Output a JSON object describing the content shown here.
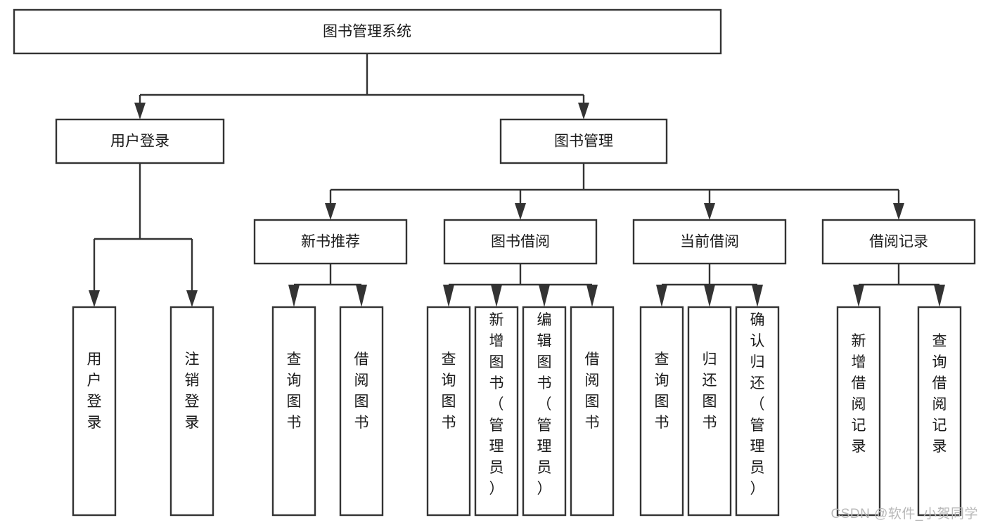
{
  "diagram": {
    "type": "tree-hierarchy",
    "background_color": "#ffffff",
    "line_color": "#333333",
    "text_color": "#1a1a1a",
    "root": {
      "id": "root",
      "label": "图书管理系统",
      "orientation": "horizontal"
    },
    "level2": [
      {
        "id": "user-login",
        "label": "用户登录",
        "orientation": "horizontal"
      },
      {
        "id": "book-manage",
        "label": "图书管理",
        "orientation": "horizontal"
      }
    ],
    "level3": [
      {
        "id": "new-book-rec",
        "label": "新书推荐",
        "orientation": "horizontal",
        "parent": "book-manage"
      },
      {
        "id": "book-borrow",
        "label": "图书借阅",
        "orientation": "horizontal",
        "parent": "book-manage"
      },
      {
        "id": "current-borrow",
        "label": "当前借阅",
        "orientation": "horizontal",
        "parent": "book-manage"
      },
      {
        "id": "borrow-record",
        "label": "借阅记录",
        "orientation": "horizontal",
        "parent": "book-manage"
      }
    ],
    "leaves": [
      {
        "id": "leaf-user-login",
        "label": "用户登录",
        "orientation": "vertical",
        "parent": "user-login"
      },
      {
        "id": "leaf-logout",
        "label": "注销登录",
        "orientation": "vertical",
        "parent": "user-login"
      },
      {
        "id": "leaf-query-book-1",
        "label": "查询图书",
        "orientation": "vertical",
        "parent": "new-book-rec"
      },
      {
        "id": "leaf-borrow-book-1",
        "label": "借阅图书",
        "orientation": "vertical",
        "parent": "new-book-rec"
      },
      {
        "id": "leaf-query-book-2",
        "label": "查询图书",
        "orientation": "vertical",
        "parent": "book-borrow"
      },
      {
        "id": "leaf-add-book",
        "label": "新增图书（管理员）",
        "orientation": "vertical",
        "parent": "book-borrow"
      },
      {
        "id": "leaf-edit-book",
        "label": "编辑图书（管理员）",
        "orientation": "vertical",
        "parent": "book-borrow"
      },
      {
        "id": "leaf-borrow-book-2",
        "label": "借阅图书",
        "orientation": "vertical",
        "parent": "book-borrow"
      },
      {
        "id": "leaf-query-book-3",
        "label": "查询图书",
        "orientation": "vertical",
        "parent": "current-borrow"
      },
      {
        "id": "leaf-return-book",
        "label": "归还图书",
        "orientation": "vertical",
        "parent": "current-borrow"
      },
      {
        "id": "leaf-confirm-return",
        "label": "确认归还（管理员）",
        "orientation": "vertical",
        "parent": "current-borrow"
      },
      {
        "id": "leaf-add-record",
        "label": "新增借阅记录",
        "orientation": "vertical",
        "parent": "borrow-record"
      },
      {
        "id": "leaf-query-record",
        "label": "查询借阅记录",
        "orientation": "vertical",
        "parent": "borrow-record"
      }
    ]
  },
  "watermark": {
    "text": "CSDN @软件_小贺同学",
    "color": "#b8b8b8"
  }
}
